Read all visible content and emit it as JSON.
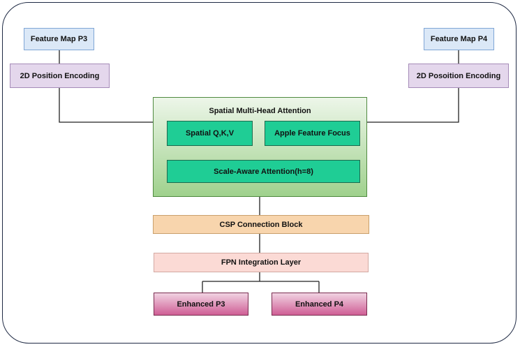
{
  "nodes": {
    "feature_map_p3": "Feature Map P3",
    "feature_map_p4": "Feature Map P4",
    "pos_enc_left": "2D Position Encoding",
    "pos_enc_right": "2D Posoition Encoding",
    "attention_title": "Spatial Multi-Head Attention",
    "spatial_qkv": "Spatial Q,K,V",
    "apple_focus": "Apple Feature Focus",
    "scale_aware": "Scale-Aware Attention(h=8)",
    "csp_block": "CSP Connection Block",
    "fpn_layer": "FPN Integration Layer",
    "enhanced_p3": "Enhanced P3",
    "enhanced_p4": "Enhanced P4"
  },
  "colors": {
    "feature_map": "#dbe8f7",
    "position_encoding": "#e4d7ec",
    "attention_container": "#9fd18d",
    "attention_inner": "#1fcd95",
    "csp": "#f8d5ad",
    "fpn": "#fbdad5",
    "enhanced": "#cf5e95"
  }
}
